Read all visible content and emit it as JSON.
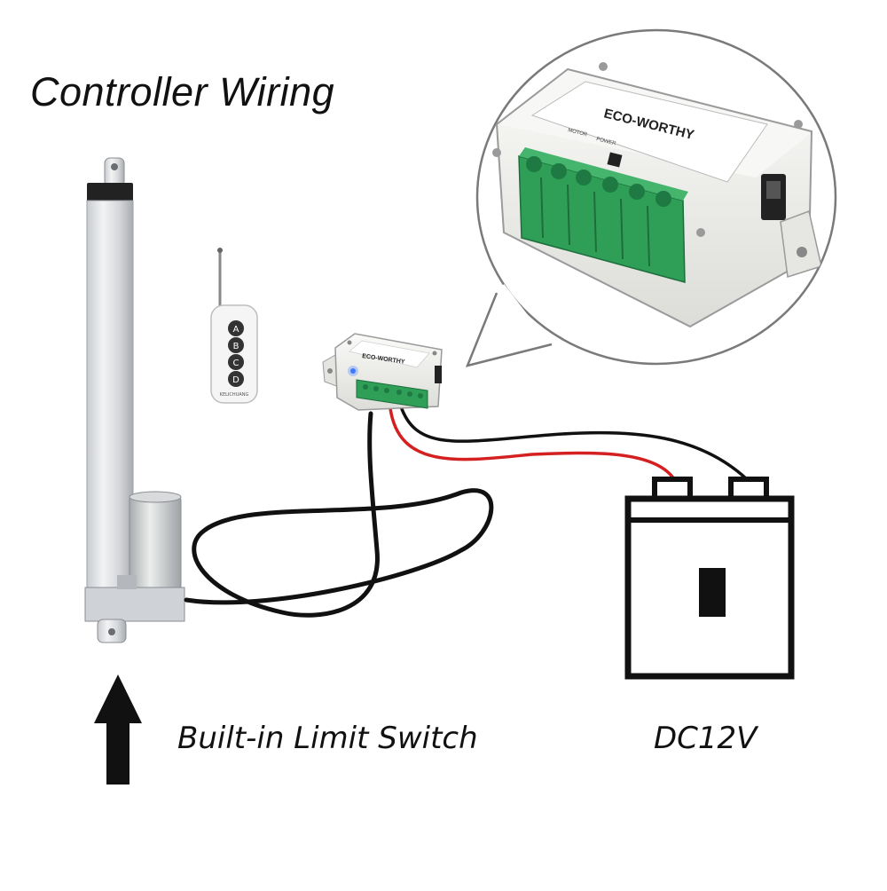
{
  "title": "Controller Wiring",
  "captions": {
    "limit_switch": "Built-in Limit Switch",
    "power": "DC12V"
  },
  "controller": {
    "brand": "ECO-WORTHY",
    "labels": [
      "MOTOR",
      "POWER"
    ]
  },
  "remote": {
    "buttons": [
      "A",
      "B",
      "C",
      "D"
    ],
    "brand": "KELICHUANG"
  },
  "colors": {
    "wire_black": "#111111",
    "wire_red": "#d42020",
    "terminal_green": "#2f9e57",
    "housing": "#f3f3f1"
  }
}
